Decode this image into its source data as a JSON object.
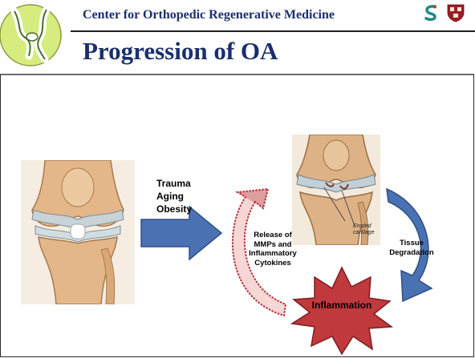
{
  "header": {
    "organization": "Center for Orthopedic Regenerative Medicine",
    "title": "Progression of OA",
    "logo_icon": "knee-joint-logo-icon",
    "partner_icons": [
      "spine-s-logo-icon",
      "university-shield-icon"
    ]
  },
  "diagram": {
    "risk_factors": [
      "Trauma",
      "Aging",
      "Obesity"
    ],
    "cycle": {
      "release": [
        "Release of",
        "MMPs and",
        "Inflammatory",
        "Cytokines"
      ],
      "tissue": [
        "Tissue",
        "Degradation"
      ],
      "inflammation": "Inflammation"
    },
    "image_callout": [
      "Eroded",
      "cartilage"
    ]
  },
  "colors": {
    "title_text": "#1b2f6e",
    "arrow_blue": "#4a72b3",
    "inflammation_red": "#c0393d",
    "release_arrow": "#b3343a",
    "logo_green": "#d7ec7f"
  }
}
